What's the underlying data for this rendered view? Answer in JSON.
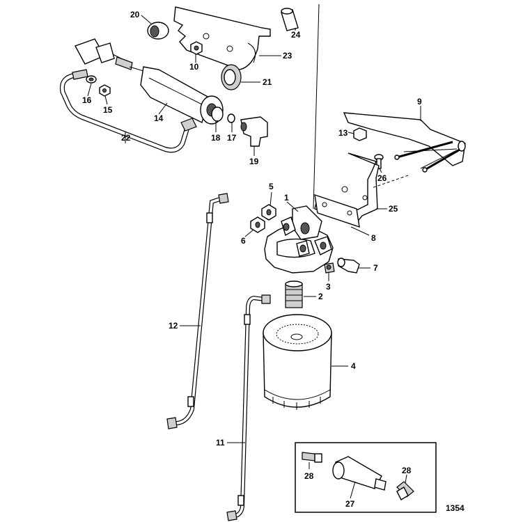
{
  "figure_number": "1354",
  "callouts": {
    "c1": "1",
    "c2": "2",
    "c3": "3",
    "c4": "4",
    "c5": "5",
    "c6": "6",
    "c7": "7",
    "c8": "8",
    "c9": "9",
    "c10": "10",
    "c11": "11",
    "c12": "12",
    "c13": "13",
    "c14": "14",
    "c15": "15",
    "c16": "16",
    "c17": "17",
    "c18": "18",
    "c19": "19",
    "c20": "20",
    "c21": "21",
    "c22": "22",
    "c23": "23",
    "c24": "24",
    "c25": "25",
    "c26": "26",
    "c27": "27",
    "c28a": "28",
    "c28b": "28"
  }
}
